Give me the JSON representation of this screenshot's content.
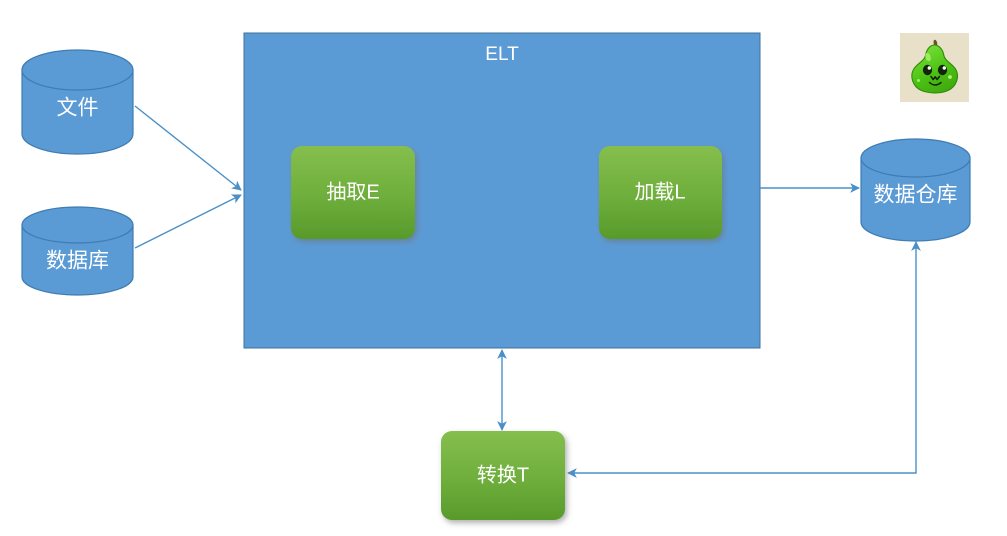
{
  "diagram": {
    "title": "ELT",
    "background_color": "#ffffff",
    "accent_blue": "#5B9BD5",
    "accent_blue_dark": "#3E7CB1",
    "accent_green_top": "#7FB848",
    "accent_green_bottom": "#5A9A2D",
    "connector_color": "#4A90C8",
    "label_color": "#ffffff"
  },
  "sources": [
    {
      "name": "file-cylinder",
      "label": "文件"
    },
    {
      "name": "database-cylinder",
      "label": "数据库"
    }
  ],
  "elt_container": {
    "title": "ELT",
    "stages": [
      {
        "name": "extract-box",
        "label": "抽取E"
      },
      {
        "name": "load-box",
        "label": "加载L"
      }
    ]
  },
  "transform": {
    "name": "transform-box",
    "label": "转换T"
  },
  "warehouse": {
    "name": "data-warehouse-cylinder",
    "label": "数据仓库"
  },
  "watermark": {
    "name": "pear-mascot-logo",
    "alt": "green pear mascot avatar"
  },
  "connectors": [
    {
      "name": "file-to-elt",
      "from": "文件",
      "to": "ELT",
      "arrows": "one-way"
    },
    {
      "name": "database-to-elt",
      "from": "数据库",
      "to": "ELT",
      "arrows": "one-way"
    },
    {
      "name": "load-to-warehouse",
      "from": "加载L",
      "to": "数据仓库",
      "arrows": "one-way"
    },
    {
      "name": "elt-to-transform",
      "from": "ELT",
      "to": "转换T",
      "arrows": "two-way"
    },
    {
      "name": "warehouse-to-transform",
      "from": "数据仓库",
      "to": "转换T",
      "arrows": "two-way"
    }
  ]
}
